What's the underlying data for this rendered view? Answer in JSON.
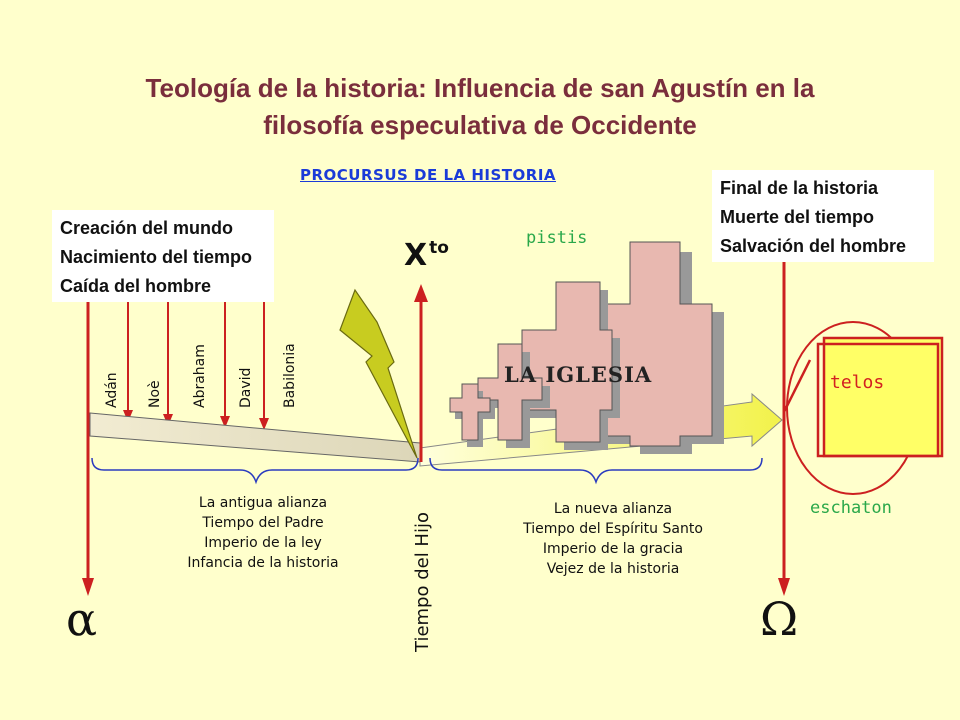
{
  "title": {
    "line1": "Teología de la historia: Influencia de san Agustín en la",
    "line2": "filosofía especulativa de Occidente"
  },
  "subtitle": "PROCURSUS DE LA HISTORIA",
  "start_box": [
    "Creación del mundo",
    "Nacimiento del tiempo",
    "Caída del hombre"
  ],
  "end_box": [
    "Final de la historia",
    "Muerte del tiempo",
    "Salvación del hombre"
  ],
  "markers": [
    "Adán",
    "Noè",
    "Abraham",
    "David",
    "Babilonia"
  ],
  "christ": {
    "x": "X",
    "sup": "to"
  },
  "pistis": "pistis",
  "church": "LA IGLESIA",
  "telos": "telos",
  "eschaton": "eschaton",
  "middle_label": "Tiempo del Hijo",
  "old_covenant": [
    "La antigua alianza",
    "Tiempo del Padre",
    "Imperio de la ley",
    "Infancia de la historia"
  ],
  "new_covenant": [
    "La nueva alianza",
    "Tiempo del Espíritu Santo",
    "Imperio de la gracia",
    "Vejez de la historia"
  ],
  "alpha": "α",
  "omega": "Ω",
  "colors": {
    "background": "#ffffcc",
    "title": "#7a2e3c",
    "subtitle": "#1a3bd8",
    "arrows": "#cc2020",
    "green_text": "#2aa84a",
    "crosses": "#e8b8b0",
    "lightning": "#c8cc20",
    "telos_fill": "#ffff66"
  }
}
